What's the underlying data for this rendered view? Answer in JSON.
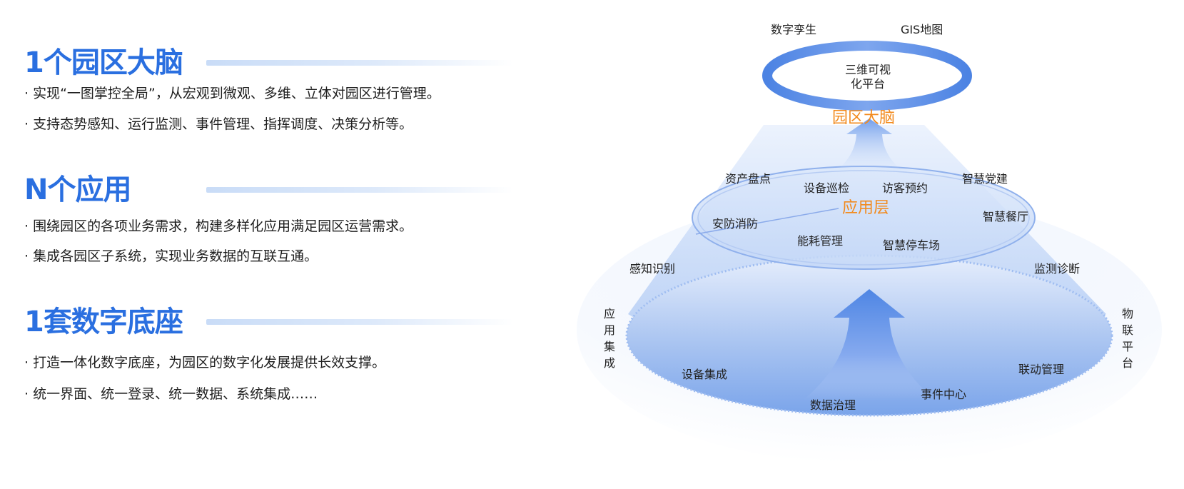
{
  "sections": [
    {
      "title": "1个园区大脑",
      "bullets": [
        "· 实现“一图掌控全局”，从宏观到微观、多维、立体对园区进行管理。",
        "· 支持态势感知、运行监测、事件管理、指挥调度、决策分析等。"
      ]
    },
    {
      "title": "N个应用",
      "bullets": [
        "· 围绕园区的各项业务需求，构建多样化应用满足园区运营需求。",
        "· 集成各园区子系统，实现业务数据的互联互通。"
      ]
    },
    {
      "title": "1套数字底座",
      "bullets": [
        "· 打造一体化数字底座，为园区的数字化发展提供长效支撑。",
        "· 统一界面、统一登录、统一数据、系统集成……"
      ]
    }
  ],
  "diagram": {
    "top_labels": [
      "数字孪生",
      "GIS地图"
    ],
    "ring_text_line1": "三维可视",
    "ring_text_line2": "化平台",
    "brain_label": "园区大脑",
    "app_layer_label": "应用层",
    "app_items": [
      "资产盘点",
      "设备巡检",
      "访客预约",
      "智慧党建",
      "安防消防",
      "智慧餐厅",
      "能耗管理",
      "智慧停车场"
    ],
    "side_labels": [
      "感知识别",
      "监测诊断"
    ],
    "vertical_labels": [
      "应用集成",
      "物联平台"
    ],
    "base_items": [
      "设备集成",
      "联动管理",
      "数据治理",
      "事件中心"
    ]
  },
  "colors": {
    "title_blue": "#2a6fe0",
    "accent_orange": "#f28a1d",
    "diagram_blue": "#5b8ee6",
    "diagram_light": "#dbe8fb"
  }
}
